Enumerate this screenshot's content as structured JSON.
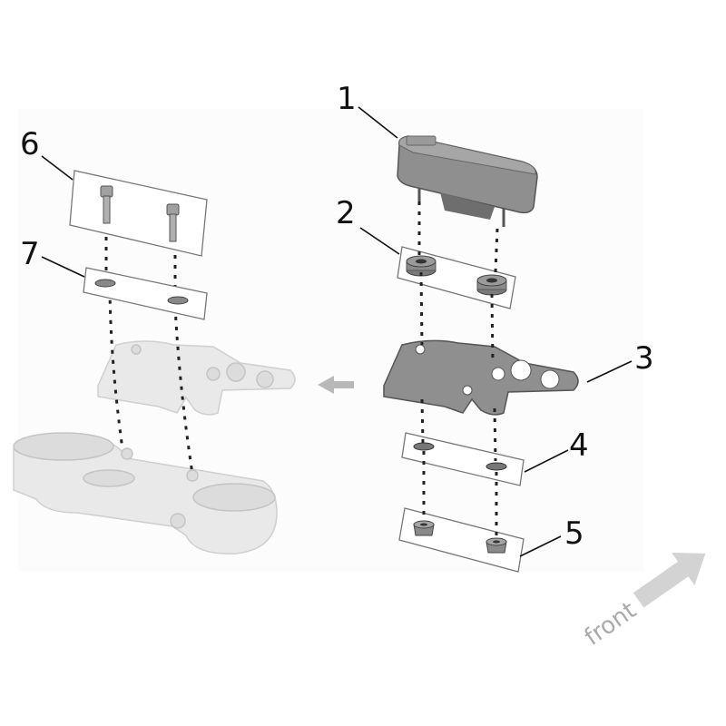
{
  "callouts": {
    "c1": "1",
    "c2": "2",
    "c3": "3",
    "c4": "4",
    "c5": "5",
    "c6": "6",
    "c7": "7"
  },
  "direction": {
    "label": "front"
  },
  "colors": {
    "part_fill": "#8f8f8f",
    "part_light": "#a9a9a9",
    "ghost_fill": "#e9e9e9",
    "arrow_fill": "#d0d0d0",
    "text": "#111111"
  },
  "icons": {
    "direction_arrow": "front-arrow-icon",
    "assembly_arrow": "left-arrow-icon"
  }
}
